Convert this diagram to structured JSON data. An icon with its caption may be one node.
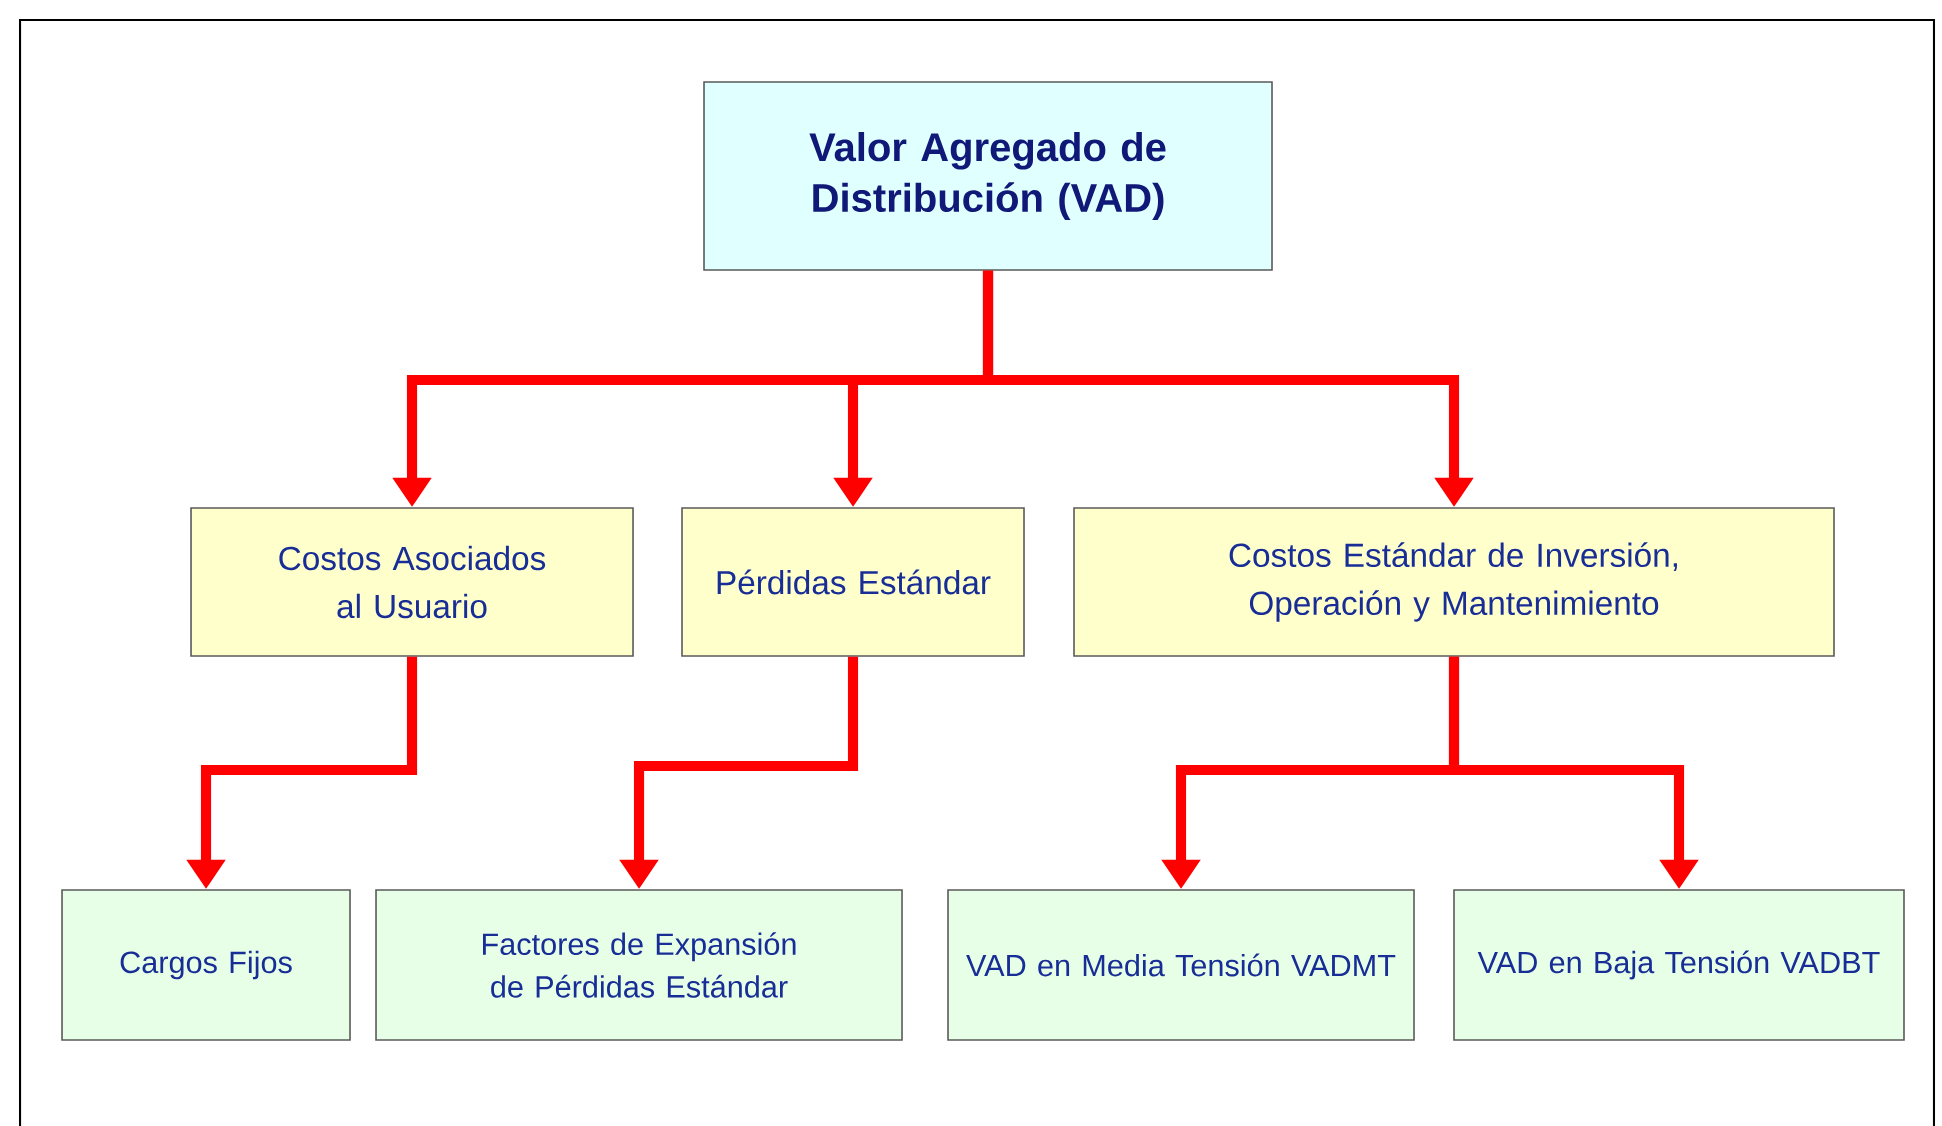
{
  "diagram": {
    "nodes": [
      {
        "text": [
          "Valor Agregado de Distribución (VAD)"
        ]
      },
      {
        "text": [
          "Costos Asociados al Usuario"
        ]
      },
      {
        "text": [
          "Pérdidas Estándar"
        ]
      },
      {
        "text": [
          "Costos Estándar de Inversión, Operación y Mantenimiento"
        ]
      },
      {
        "text": [
          "Cargos Fijos"
        ]
      },
      {
        "text": [
          "Factores de Expansión de Pérdidas Estándar"
        ]
      },
      {
        "text": [
          "VAD en Media Tensión VADMT"
        ]
      },
      {
        "text": [
          "VAD en Baja Tensión VADBT"
        ]
      }
    ],
    "edges": [
      {
        "from": 0,
        "to": 1,
        "arrow": "to"
      },
      {
        "from": 0,
        "to": 2,
        "arrow": "to"
      },
      {
        "from": 0,
        "to": 3,
        "arrow": "to"
      },
      {
        "from": 1,
        "to": 4,
        "arrow": "to"
      },
      {
        "from": 2,
        "to": 5,
        "arrow": "to"
      },
      {
        "from": 3,
        "to": 6,
        "arrow": "to"
      },
      {
        "from": 3,
        "to": 7,
        "arrow": "to"
      }
    ]
  }
}
